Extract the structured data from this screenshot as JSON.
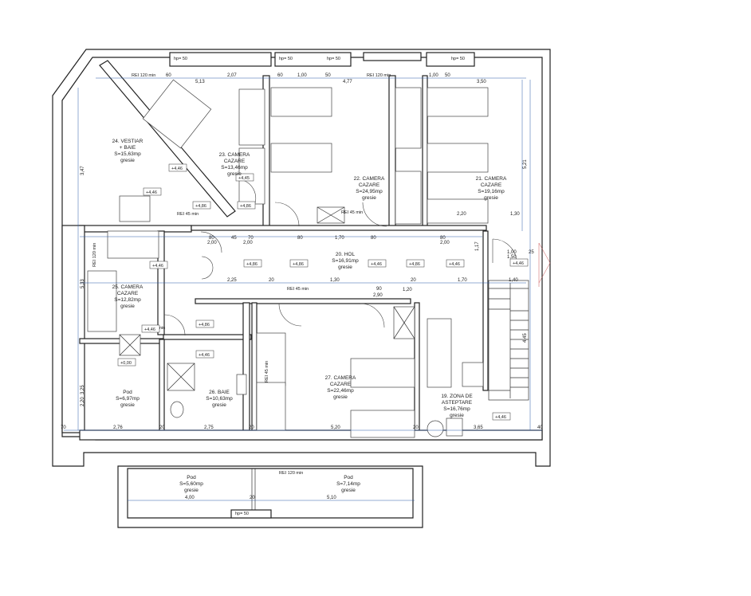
{
  "rooms": [
    {
      "num": "24. VESTIAR",
      "line2": "+ BAIE",
      "area": "S=15,63mp",
      "floor": "gresie"
    },
    {
      "num": "23. CAMERA",
      "line2": "CAZARE",
      "area": "S=13,46mp",
      "floor": "gresie"
    },
    {
      "num": "22. CAMERA",
      "line2": "CAZARE",
      "area": "S=24,95mp",
      "floor": "gresie"
    },
    {
      "num": "21. CAMERA",
      "line2": "CAZARE",
      "area": "S=19,16mp",
      "floor": "gresie"
    },
    {
      "num": "20. HOL",
      "area": "S=16,91mp",
      "floor": "gresie"
    },
    {
      "num": "25. CAMERA",
      "line2": "CAZARE",
      "area": "S=12,82mp",
      "floor": "gresie"
    },
    {
      "num": "27. CAMERA",
      "line2": "CAZARE",
      "area": "S=22,46mp",
      "floor": "gresie"
    },
    {
      "num": "19. ZONA DE",
      "line2": "ASTEPTARE",
      "area": "S=16,76mp",
      "floor": "gresie"
    },
    {
      "num": "Pod",
      "area": "S=6,97mp",
      "floor": "gresie"
    },
    {
      "num": "26. BAIE",
      "area": "S=10,63mp",
      "floor": "gresie"
    },
    {
      "num": "Pod",
      "area": "S=5,60mp",
      "floor": "gresie"
    },
    {
      "num": "Pod",
      "area": "S=7,14mp",
      "floor": "gresie"
    }
  ],
  "windows": [
    "hp= 50",
    "hp= 50",
    "hp= 50",
    "hp= 50",
    "hp= 50"
  ],
  "rei": [
    "REI 120 min",
    "REI 120 min",
    "REI 45 min",
    "REI 45 min",
    "REI 45 min",
    "REI 120 min",
    "REI 45 min",
    "REI 45 min",
    "REI 120 min"
  ],
  "levels": [
    "+4,46",
    "+4,46",
    "+4,86",
    "+4,86",
    "+4,45",
    "+4,86",
    "+4,46",
    "+4,86",
    "+4,46",
    "+4,46",
    "+4,86",
    "+4,86",
    "+4,46",
    "+4,46",
    "+0,00",
    "+4,46",
    "+4,46"
  ],
  "dims_top": [
    "60",
    "5,13",
    "2,07",
    "60",
    "1,00",
    "50",
    "4,77",
    "1,00",
    "50",
    "3,50"
  ],
  "dims_hol": [
    "80",
    "2,00",
    "45",
    "70",
    "2,00",
    "80",
    "1,70",
    "80",
    "80",
    "2,00",
    "1,00",
    "1,50",
    "25"
  ],
  "dims_mid": [
    "2,25",
    "20",
    "1,30",
    "90",
    "20",
    "1,70",
    "1,40",
    "2,90",
    "1,20"
  ],
  "dims_bottom": [
    "70",
    "2,76",
    "20",
    "2,75",
    "20",
    "5,20",
    "20",
    "3,65",
    "40"
  ],
  "dims_pod": [
    "4,00",
    "20",
    "5,10"
  ],
  "dims_side": [
    "3,47",
    "5,33",
    "3,25",
    "2,20",
    "5,21",
    "2,20",
    "1,30",
    "4,45",
    "1,17"
  ]
}
